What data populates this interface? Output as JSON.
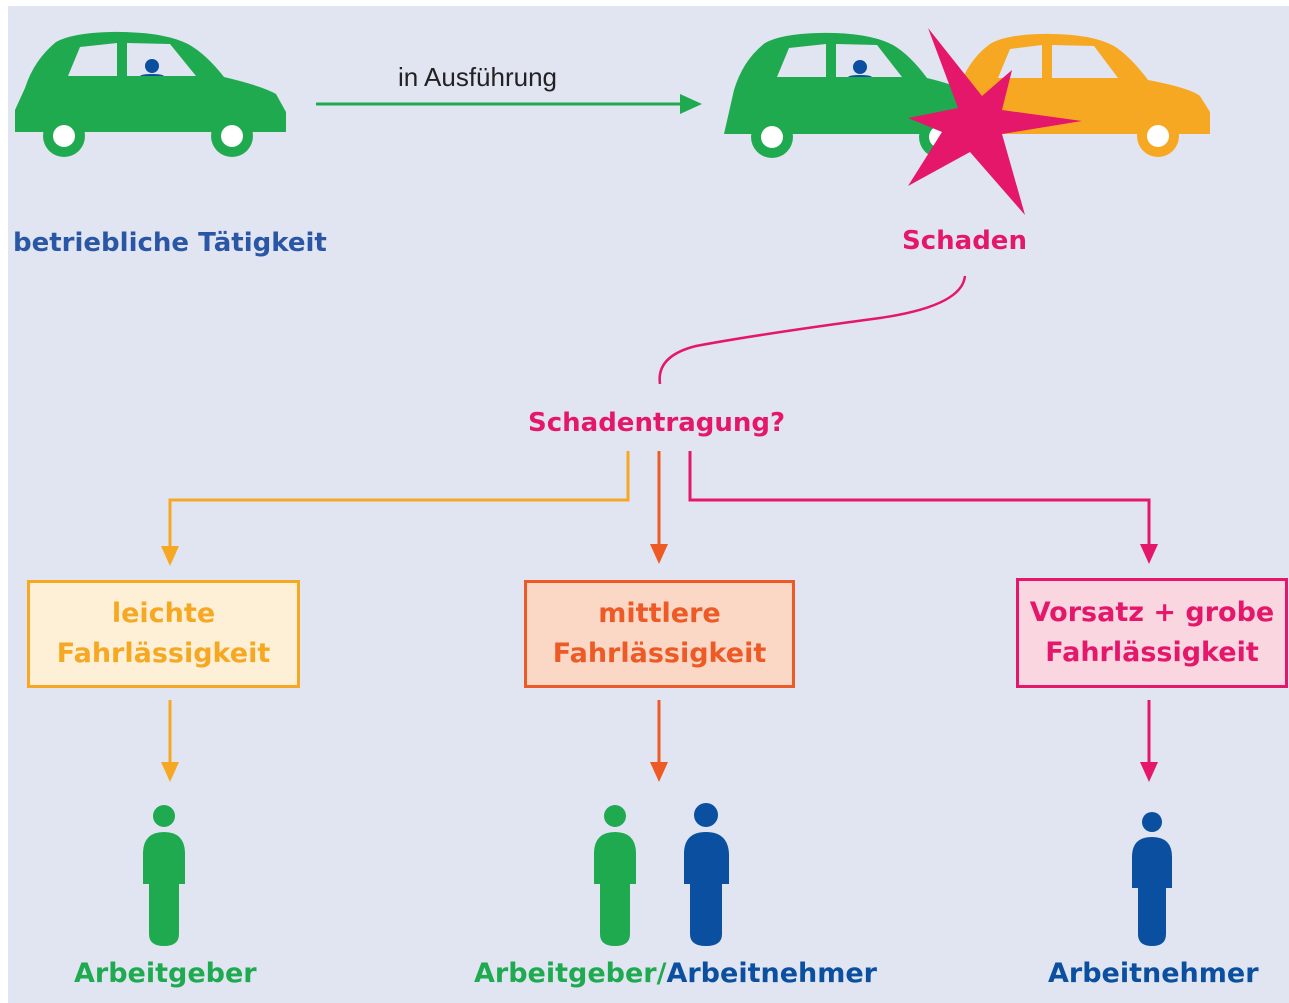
{
  "top": {
    "arrow_label": "in Ausführung",
    "activity_label": "betriebliche Tätigkeit",
    "damage_label": "Schaden"
  },
  "question": "Schadentragung?",
  "branches": [
    {
      "line1": "leichte",
      "line2": "Fahrlässigkeit",
      "bearer": "Arbeitgeber"
    },
    {
      "line1": "mittlere",
      "line2": "Fahrlässigkeit",
      "bearer_part1": "Arbeitgeber/",
      "bearer_part2": "Arbeitnehmer"
    },
    {
      "line1": "Vorsatz + grobe",
      "line2": "Fahrlässigkeit",
      "bearer": "Arbeitnehmer"
    }
  ],
  "colors": {
    "background": "#e1e4f1",
    "green": "#1faa50",
    "blue": "#0a4fa0",
    "yellow": "#f7a823",
    "orange": "#ee5a25",
    "pink": "#e5176b",
    "box_yellow_fill": "#fdf0d6",
    "box_orange_fill": "#fbd8c6",
    "box_pink_fill": "#fad6e0"
  },
  "icons": [
    "car-icon",
    "collision-star-icon",
    "person-icon"
  ]
}
